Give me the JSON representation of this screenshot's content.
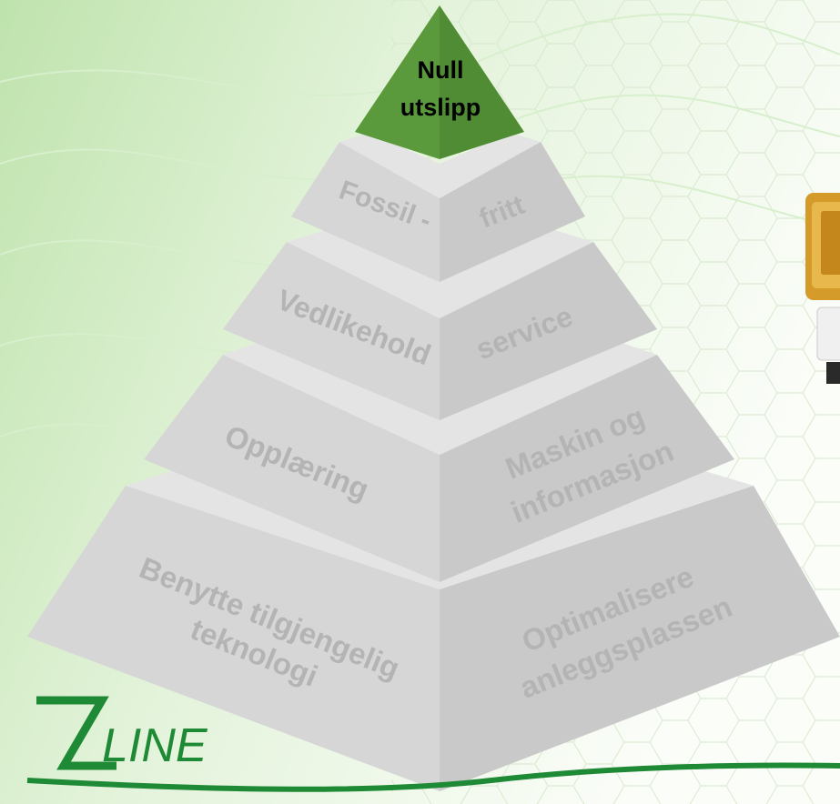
{
  "pyramid": {
    "top": {
      "line1": "Null",
      "line2": "utslipp"
    },
    "level1": {
      "left": "Fossil -",
      "right": "fritt"
    },
    "level2": {
      "left": "Vedlikehold",
      "right": "service"
    },
    "level3": {
      "left": "Opplæring",
      "right_line1": "Maskin og",
      "right_line2": "informasjon"
    },
    "level4": {
      "left_line1": "Benytte tilgjengelig",
      "left_line2": "teknologi",
      "right_line1": "Optimalisere",
      "right_line2": "anleggsplassen"
    }
  },
  "logo": {
    "text": "LINE",
    "lettering": "ZLINE"
  },
  "colors": {
    "top": "#5a9a3c",
    "face_left": "#d6d6d6",
    "face_right": "#c9c9c9",
    "top_face": "#e6e6e6",
    "label": "#b4b4b4",
    "logo": "#1f8a35"
  }
}
